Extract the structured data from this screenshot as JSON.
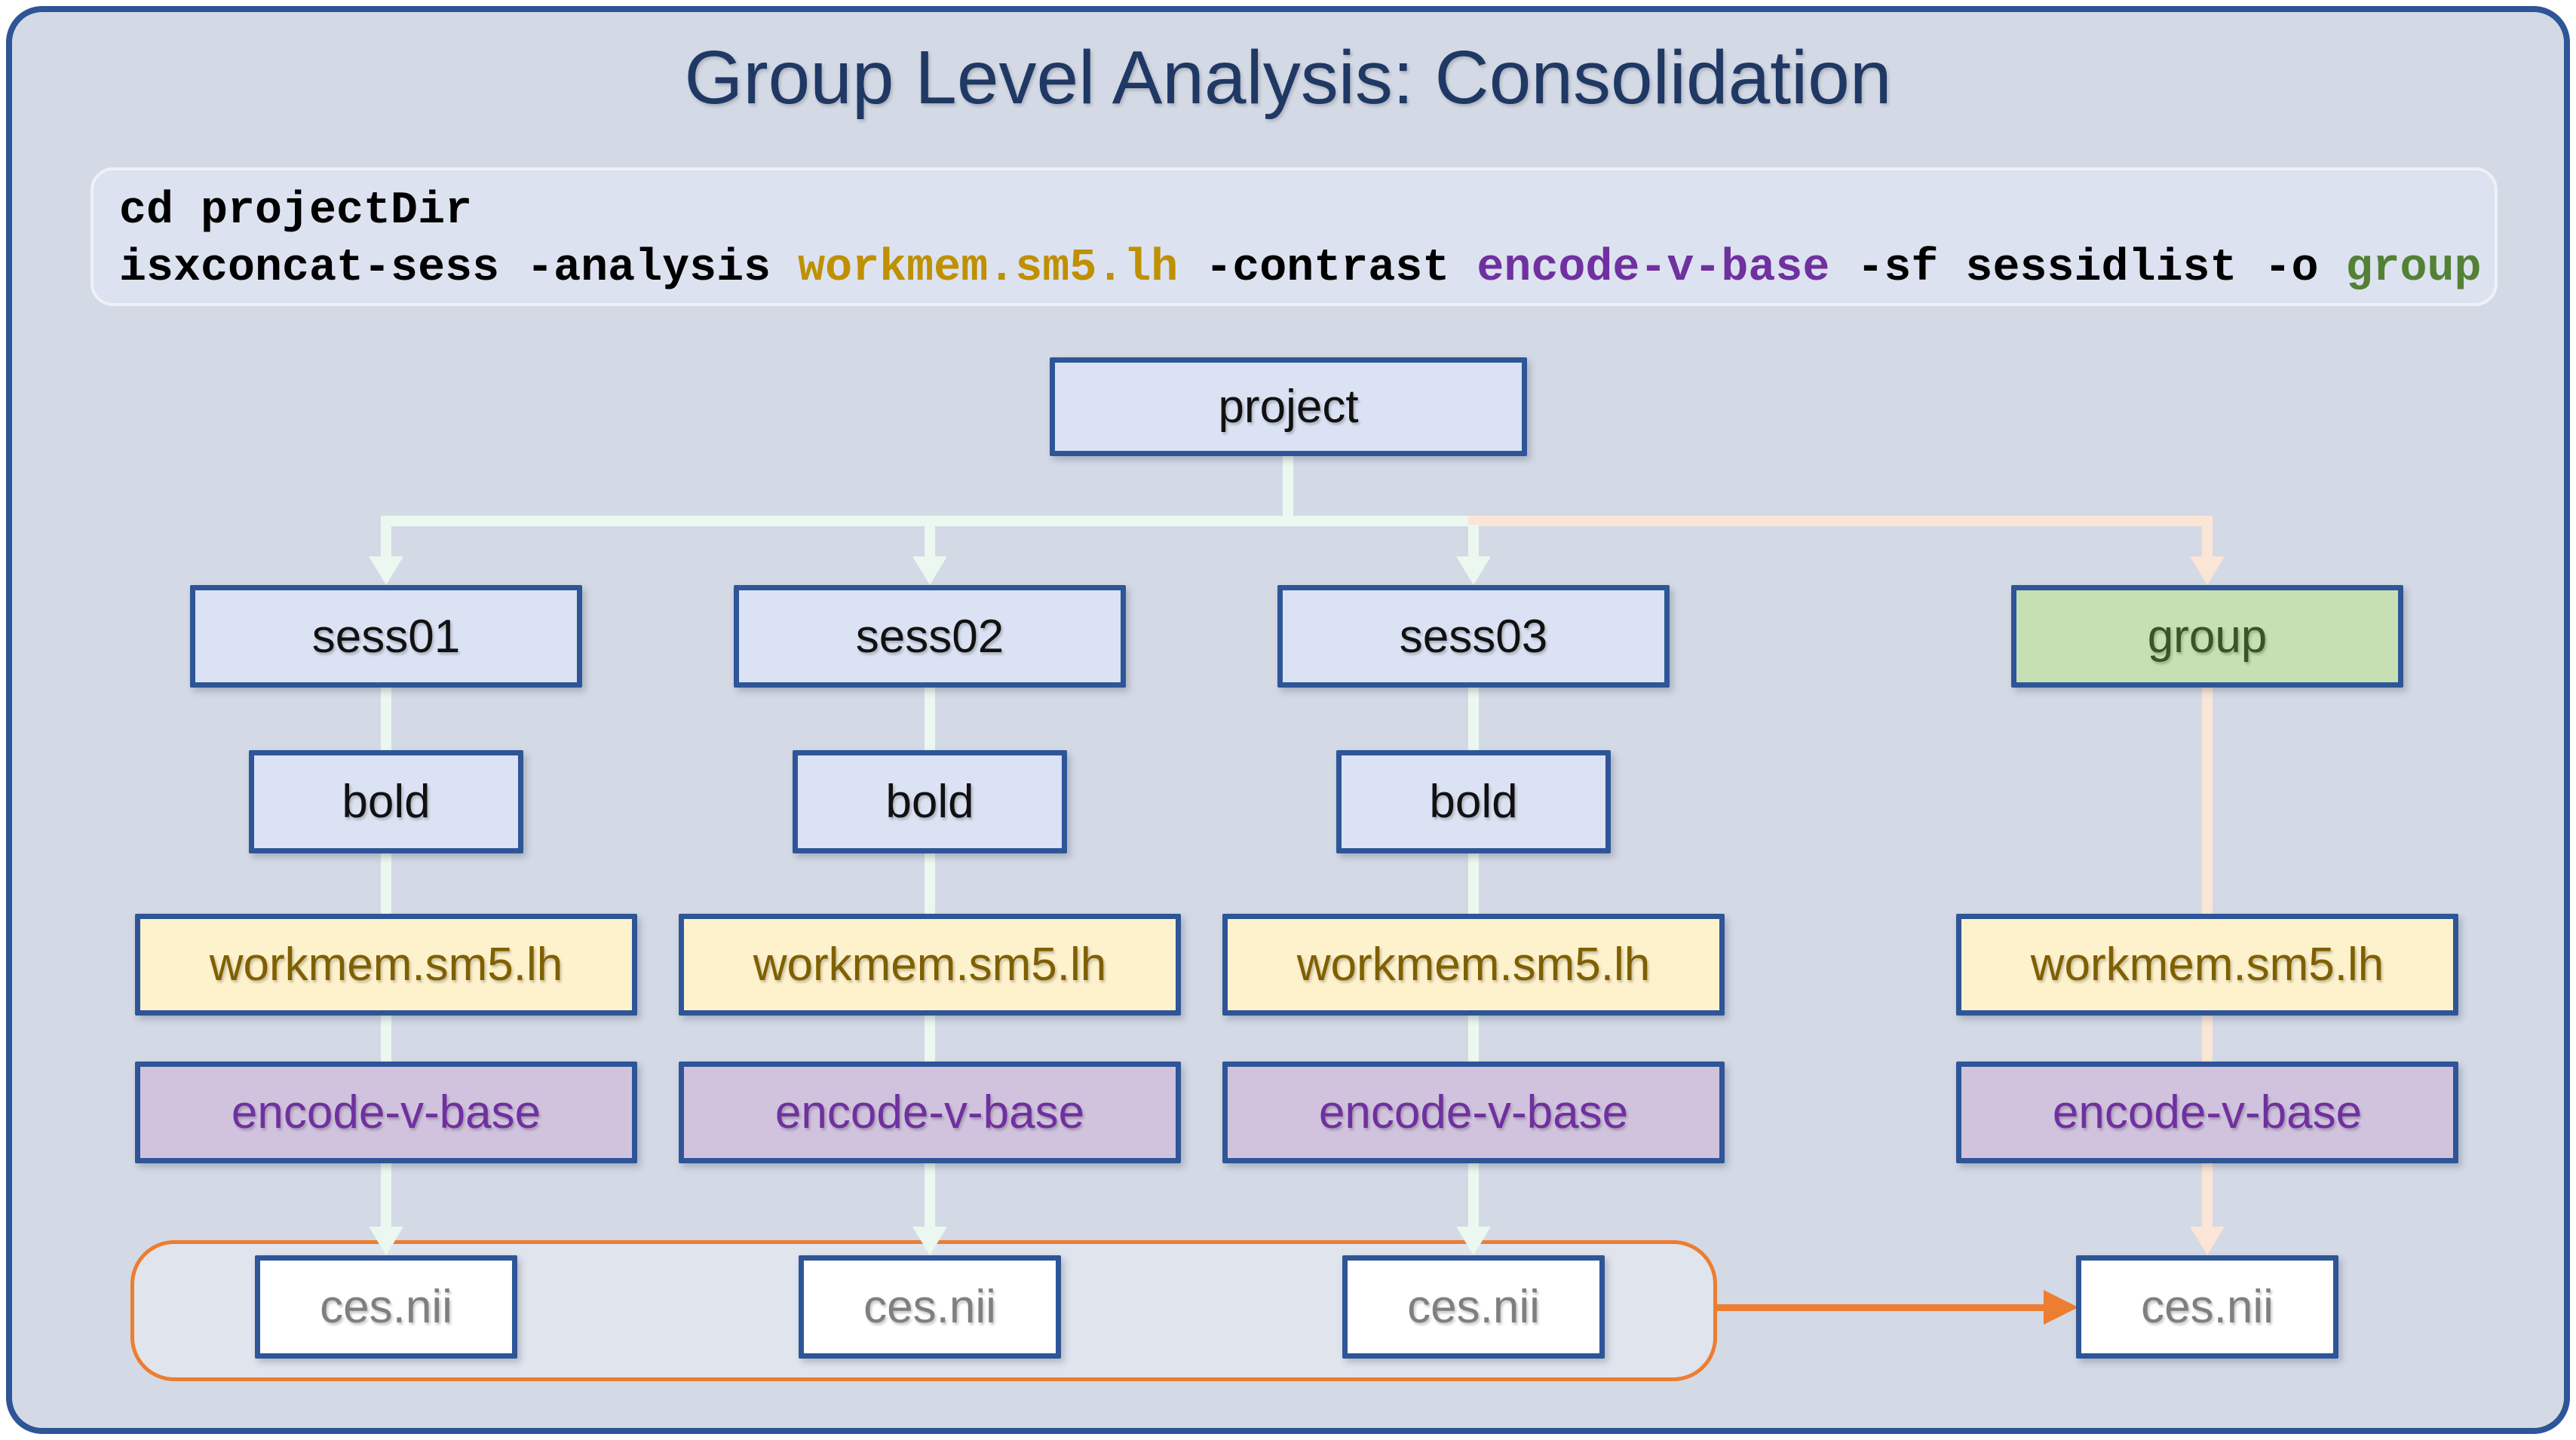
{
  "title": "Group Level Analysis: Consolidation",
  "code": {
    "line1": "cd projectDir",
    "line2": {
      "prefix": "isxconcat-sess -analysis ",
      "analysis": "workmem.sm5.lh",
      "contrast_flag": " -contrast ",
      "contrast": "encode-v-base",
      "middle": " -sf sessidlist -o ",
      "output": "group"
    }
  },
  "nodes": {
    "project": "project",
    "sess01": "sess01",
    "sess02": "sess02",
    "sess03": "sess03",
    "group": "group",
    "bold": "bold",
    "analysis": "workmem.sm5.lh",
    "contrast": "encode-v-base",
    "ces": "ces.nii"
  },
  "colors": {
    "frame_border": "#2E5597",
    "slide_background": "#D3D9E5",
    "box_border": "#2E5597",
    "box_blue_fill": "#DAE2F3",
    "analysis_fill": "#FEF2CC",
    "analysis_text": "#7F6000",
    "contrast_fill": "#D1C3DE",
    "contrast_text": "#7030A0",
    "group_fill": "#C6E0B4",
    "group_text": "#375623",
    "ces_text": "#7F7F7F",
    "mint_connector": "#EBF8EF",
    "peach_connector": "#FBE5D6",
    "orange_accent": "#ED7D31",
    "title_text": "#1F3864",
    "code_analysis": "#BF9000",
    "code_contrast": "#7030A0",
    "code_output": "#538135"
  }
}
